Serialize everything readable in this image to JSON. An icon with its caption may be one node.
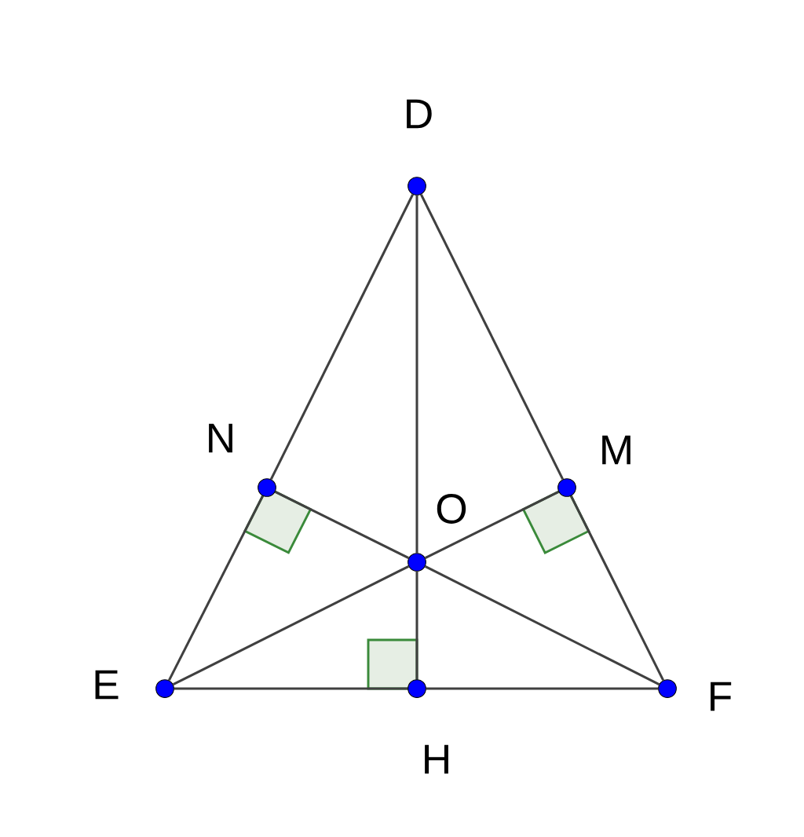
{
  "diagram": {
    "nodes": [
      {
        "text": [],
        "shape": "circle",
        "beside": [
          "D"
        ]
      },
      {
        "text": [],
        "shape": "circle",
        "beside": [
          "N"
        ]
      },
      {
        "text": [],
        "shape": "circle",
        "beside": [
          "M"
        ]
      },
      {
        "text": [],
        "shape": "circle",
        "beside": [
          "O"
        ]
      },
      {
        "text": [],
        "shape": "circle",
        "beside": [
          "E"
        ]
      },
      {
        "text": [],
        "shape": "circle",
        "beside": [
          "H"
        ]
      },
      {
        "text": [],
        "shape": "circle",
        "beside": [
          "F"
        ]
      }
    ],
    "edges": [
      {
        "from": 0,
        "to": 1,
        "arrow": "none"
      },
      {
        "from": 1,
        "to": 4,
        "arrow": "none"
      },
      {
        "from": 0,
        "to": 2,
        "arrow": "none"
      },
      {
        "from": 2,
        "to": 6,
        "arrow": "none"
      },
      {
        "from": 4,
        "to": 5,
        "arrow": "none"
      },
      {
        "from": 5,
        "to": 6,
        "arrow": "none"
      },
      {
        "from": 0,
        "to": 3,
        "arrow": "none"
      },
      {
        "from": 3,
        "to": 5,
        "arrow": "none"
      },
      {
        "from": 4,
        "to": 3,
        "arrow": "none"
      },
      {
        "from": 3,
        "to": 2,
        "arrow": "none"
      },
      {
        "from": 6,
        "to": 3,
        "arrow": "none"
      },
      {
        "from": 3,
        "to": 1,
        "arrow": "none"
      }
    ]
  }
}
